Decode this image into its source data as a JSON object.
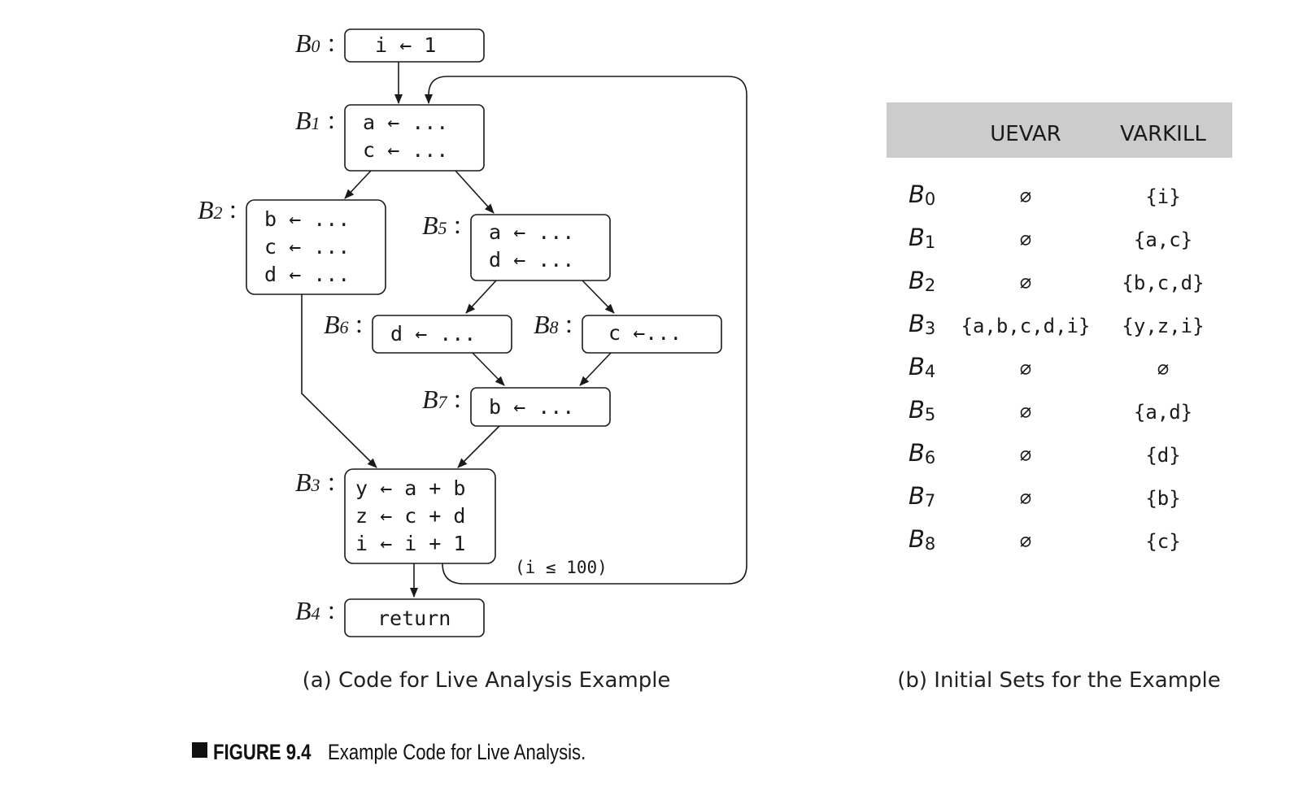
{
  "diagram": {
    "blocks": [
      {
        "id": "B0",
        "letter": "B",
        "sub": "0",
        "lines": [
          "i ← 1"
        ]
      },
      {
        "id": "B1",
        "letter": "B",
        "sub": "1",
        "lines": [
          "a ← ...",
          "c ← ..."
        ]
      },
      {
        "id": "B2",
        "letter": "B",
        "sub": "2",
        "lines": [
          "b ← ...",
          "c ← ...",
          "d ← ..."
        ]
      },
      {
        "id": "B5",
        "letter": "B",
        "sub": "5",
        "lines": [
          "a ← ...",
          "d ← ..."
        ]
      },
      {
        "id": "B6",
        "letter": "B",
        "sub": "6",
        "lines": [
          "d ← ..."
        ]
      },
      {
        "id": "B8",
        "letter": "B",
        "sub": "8",
        "lines": [
          "c ←..."
        ]
      },
      {
        "id": "B7",
        "letter": "B",
        "sub": "7",
        "lines": [
          "b ← ..."
        ]
      },
      {
        "id": "B3",
        "letter": "B",
        "sub": "3",
        "lines": [
          "y ← a + b",
          "z ← c + d",
          "i ← i + 1"
        ]
      },
      {
        "id": "B4",
        "letter": "B",
        "sub": "4",
        "lines": [
          "return"
        ]
      }
    ],
    "edges": [
      {
        "from": "B0",
        "to": "B1"
      },
      {
        "from": "B1",
        "to": "B2"
      },
      {
        "from": "B1",
        "to": "B5"
      },
      {
        "from": "B5",
        "to": "B6"
      },
      {
        "from": "B5",
        "to": "B8"
      },
      {
        "from": "B6",
        "to": "B7"
      },
      {
        "from": "B8",
        "to": "B7"
      },
      {
        "from": "B2",
        "to": "B3"
      },
      {
        "from": "B7",
        "to": "B3"
      },
      {
        "from": "B3",
        "to": "B4"
      },
      {
        "from": "B3",
        "to": "B1",
        "label": "(i ≤ 100)"
      }
    ],
    "caption": "(a) Code for Live Analysis Example"
  },
  "table": {
    "headers": [
      "UEVAR",
      "VARKILL"
    ],
    "rows": [
      {
        "letter": "B",
        "sub": "0",
        "uevar": "∅",
        "varkill": "{i}"
      },
      {
        "letter": "B",
        "sub": "1",
        "uevar": "∅",
        "varkill": "{a,c}"
      },
      {
        "letter": "B",
        "sub": "2",
        "uevar": "∅",
        "varkill": "{b,c,d}"
      },
      {
        "letter": "B",
        "sub": "3",
        "uevar": "{a,b,c,d,i}",
        "varkill": "{y,z,i}"
      },
      {
        "letter": "B",
        "sub": "4",
        "uevar": "∅",
        "varkill": "∅"
      },
      {
        "letter": "B",
        "sub": "5",
        "uevar": "∅",
        "varkill": "{a,d}"
      },
      {
        "letter": "B",
        "sub": "6",
        "uevar": "∅",
        "varkill": "{d}"
      },
      {
        "letter": "B",
        "sub": "7",
        "uevar": "∅",
        "varkill": "{b}"
      },
      {
        "letter": "B",
        "sub": "8",
        "uevar": "∅",
        "varkill": "{c}"
      }
    ],
    "caption": "(b) Initial Sets for the Example",
    "header_bg": "#cccccc"
  },
  "figure": {
    "label": "FIGURE 9.4",
    "title": "Example Code for Live Analysis."
  }
}
